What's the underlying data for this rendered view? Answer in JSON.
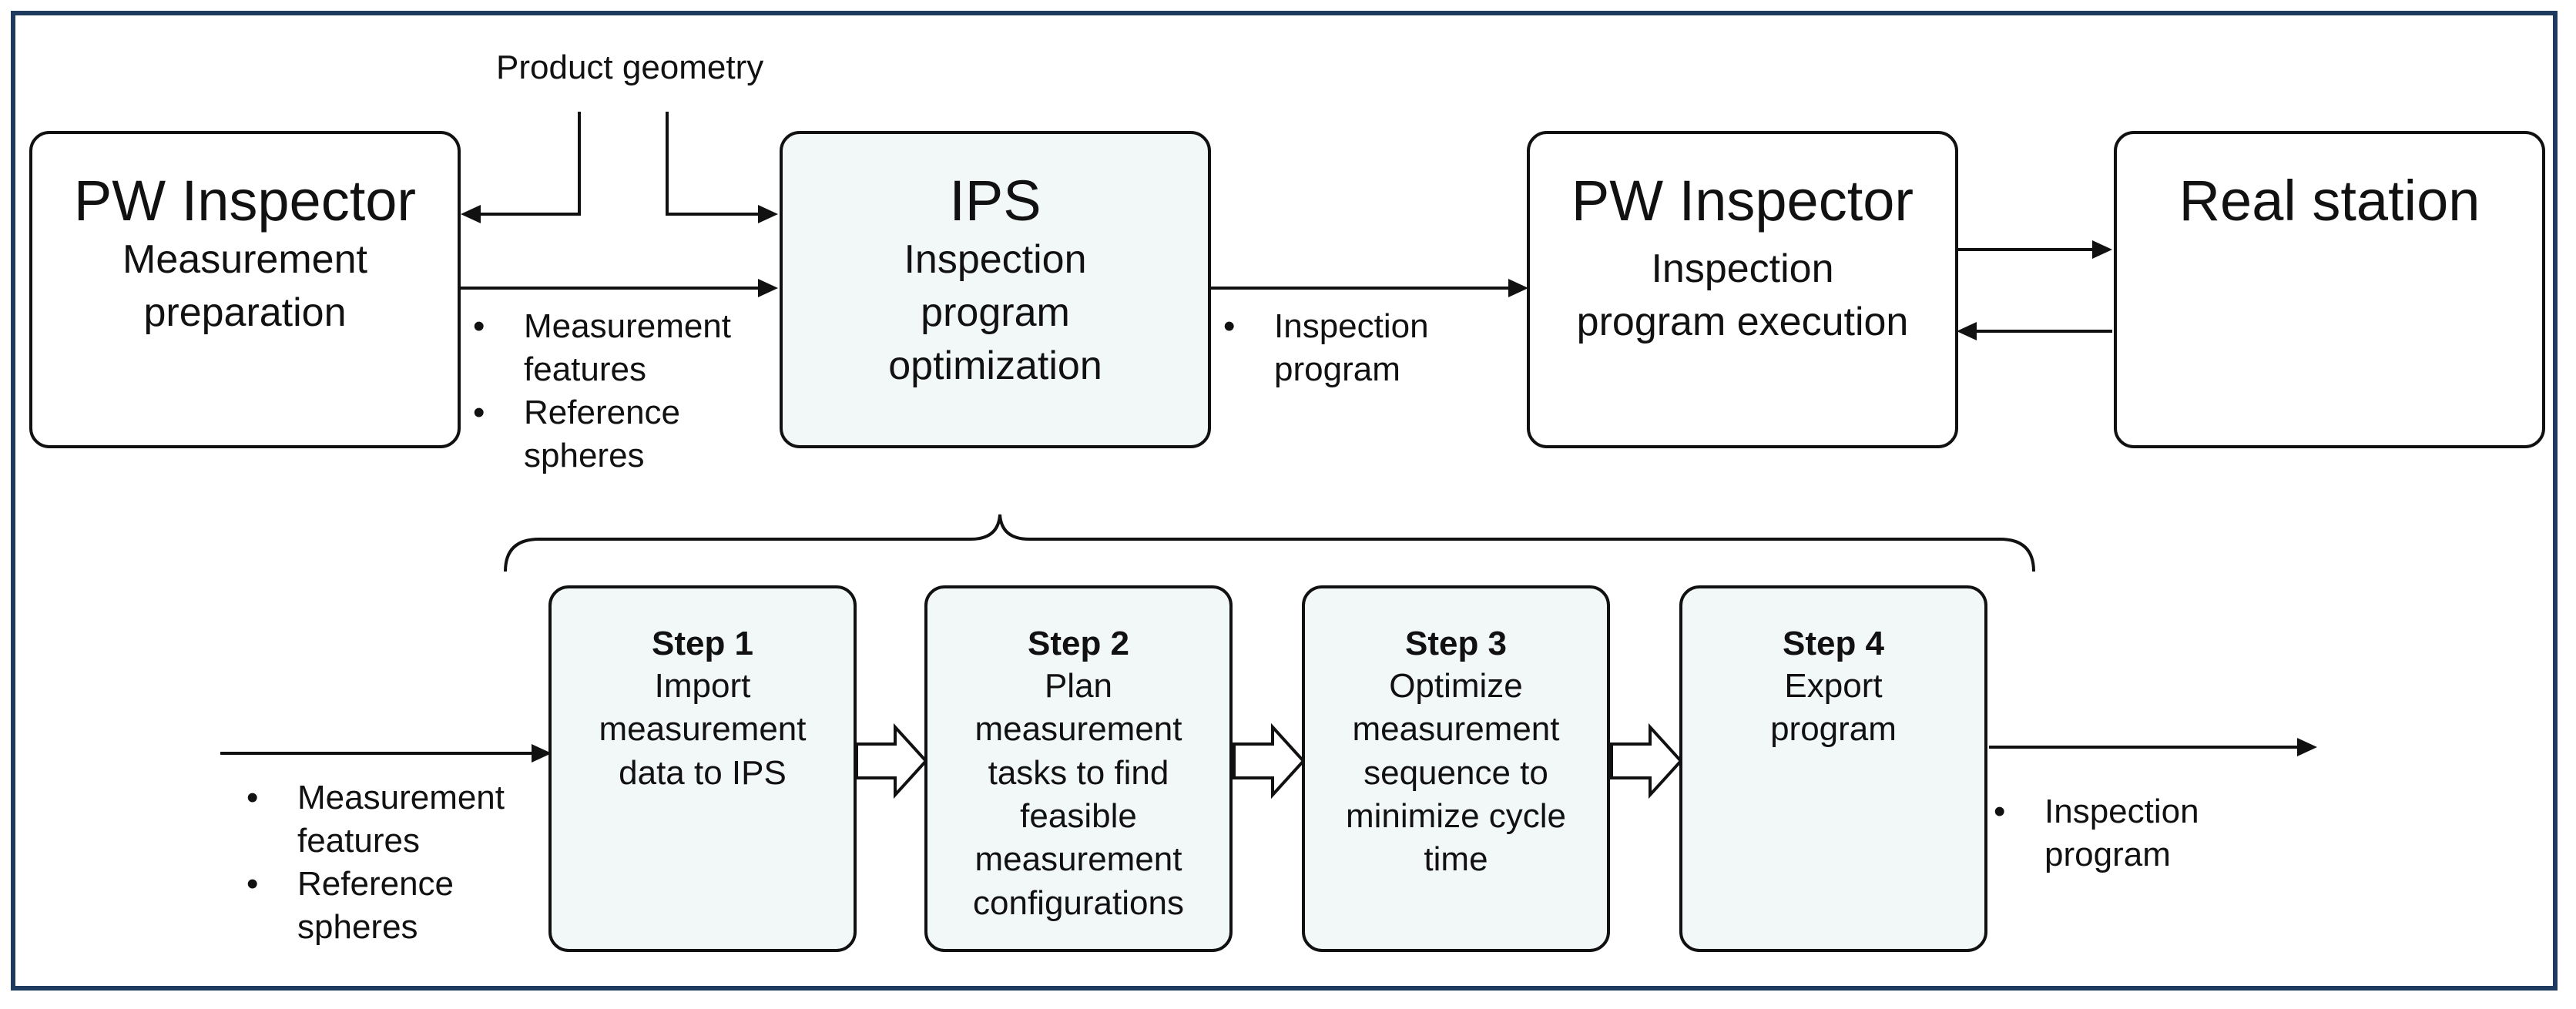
{
  "geometry_label": "Product geometry",
  "top_boxes": [
    {
      "title": "PW Inspector",
      "subtitle": "Measurement\npreparation"
    },
    {
      "title": "IPS",
      "subtitle": "Inspection\nprogram\noptimization"
    },
    {
      "title": "PW Inspector",
      "subtitle": "Inspection\nprogram execution"
    },
    {
      "title": "Real station",
      "subtitle": ""
    }
  ],
  "top_bullets_1": [
    "Measurement\nfeatures",
    "Reference\nspheres"
  ],
  "top_bullets_2": [
    "Inspection\nprogram"
  ],
  "steps": [
    {
      "title": "Step 1",
      "body": "Import\nmeasurement\ndata to IPS"
    },
    {
      "title": "Step 2",
      "body": "Plan\nmeasurement\ntasks to find\nfeasible\nmeasurement\nconfigurations"
    },
    {
      "title": "Step 3",
      "body": "Optimize\nmeasurement\nsequence to\nminimize cycle\ntime"
    },
    {
      "title": "Step 4",
      "body": "Export\nprogram"
    }
  ],
  "bottom_bullets_in": [
    "Measurement\nfeatures",
    "Reference\nspheres"
  ],
  "bottom_bullets_out": [
    "Inspection\nprogram"
  ],
  "bullet_char": "•",
  "colors": {
    "frame": "#1e3a5f",
    "box_tint": "#f2f7f7",
    "stroke": "#111111"
  }
}
